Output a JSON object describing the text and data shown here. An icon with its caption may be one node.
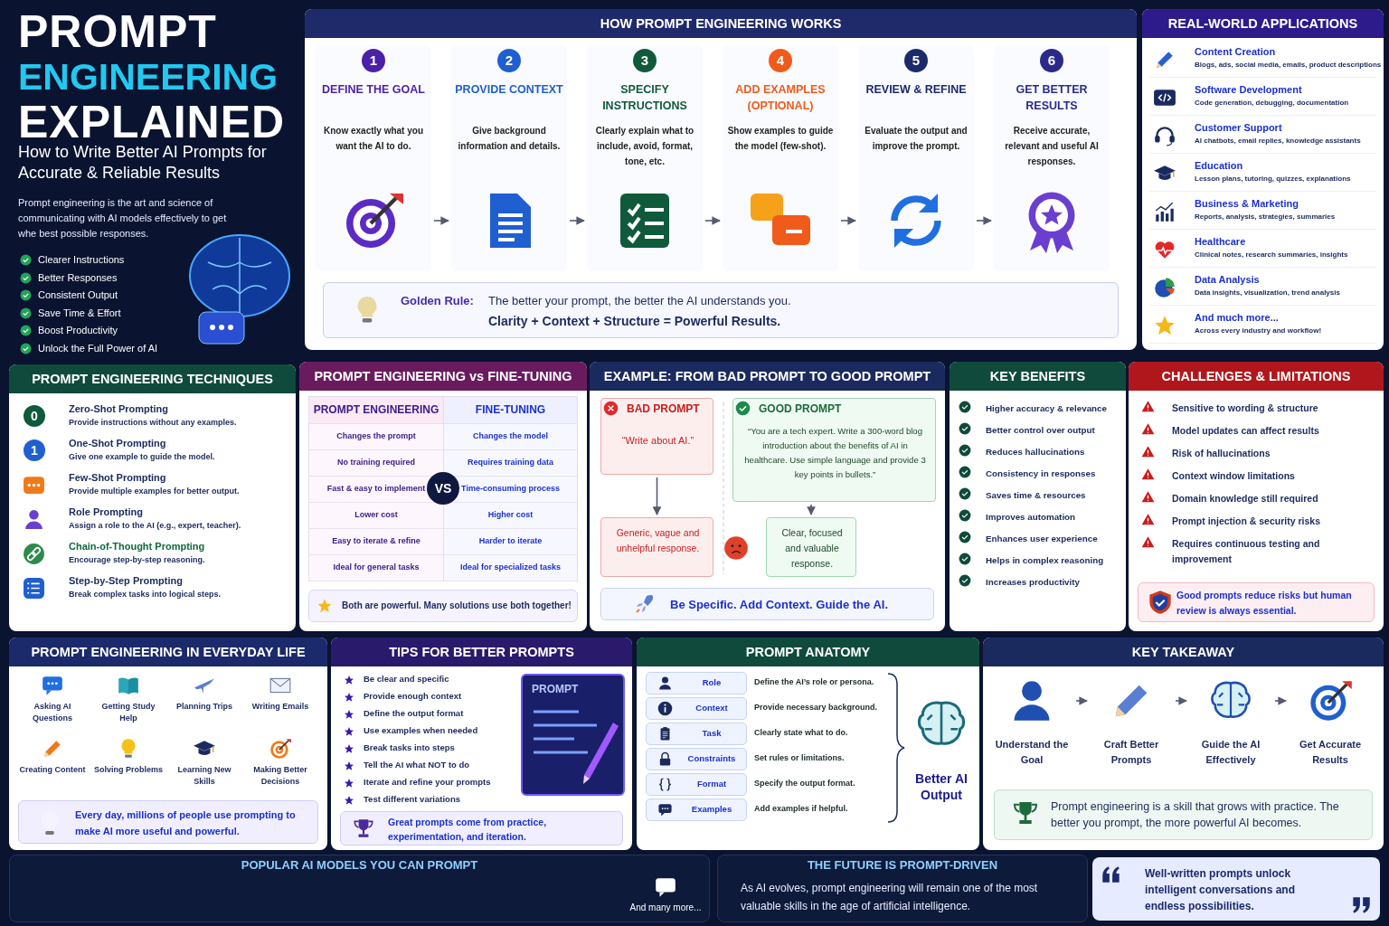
{
  "diagram": {
    "title": "PROMPT ENGINEERING EXPLAINED",
    "nodes": [
      {
        "text": [
          "HOW PROMPT ENGINEERING WORKS"
        ]
      },
      {
        "text": [
          "1",
          "DEFINE THE GOAL",
          "Know exactly what you want the AI to do."
        ],
        "in": 0
      },
      {
        "text": [
          "2",
          "PROVIDE CONTEXT",
          "Give background information and details."
        ],
        "in": 0
      },
      {
        "text": [
          "3",
          "SPECIFY INSTRUCTIONS",
          "Clearly explain what to include, avoid, format, tone, etc."
        ],
        "in": 0
      },
      {
        "text": [
          "4",
          "ADD EXAMPLES (OPTIONAL)",
          "Show examples to guide the model (few-shot)."
        ],
        "in": 0
      },
      {
        "text": [
          "5",
          "REVIEW & REFINE",
          "Evaluate the output and improve the prompt."
        ],
        "in": 0
      },
      {
        "text": [
          "6",
          "GET BETTER RESULTS",
          "Receive accurate, relevant and useful AI responses."
        ],
        "in": 0
      },
      {
        "text": [
          "Golden Rule:",
          "The better your prompt, the better the AI understands you.",
          "Clarity + Context + Structure = Powerful Results."
        ],
        "in": 0
      },
      {
        "text": [
          "REAL-WORLD APPLICATIONS"
        ]
      },
      {
        "text": [
          "Content Creation",
          "Blogs, ads, social media, emails, product descriptions"
        ],
        "in": 8
      },
      {
        "text": [
          "Software Development",
          "Code generation, debugging, documentation"
        ],
        "in": 8
      },
      {
        "text": [
          "Customer Support",
          "AI chatbots, email replies, knowledge assistants"
        ],
        "in": 8
      },
      {
        "text": [
          "Education",
          "Lesson plans, tutoring, quizzes, explanations"
        ],
        "in": 8
      },
      {
        "text": [
          "Business & Marketing",
          "Reports, analysis, strategies, summaries"
        ],
        "in": 8
      },
      {
        "text": [
          "Healthcare",
          "Clinical notes, research summaries, insights"
        ],
        "in": 8
      },
      {
        "text": [
          "Data Analysis",
          "Data insights, visualization, trend analysis"
        ],
        "in": 8
      },
      {
        "text": [
          "And much more...",
          "Across every industry and workflow!"
        ],
        "in": 8
      },
      {
        "text": [
          "PROMPT ENGINEERING TECHNIQUES"
        ]
      },
      {
        "text": [
          "0",
          "Zero-Shot Prompting",
          "Provide instructions without any examples."
        ],
        "in": 17
      },
      {
        "text": [
          "1",
          "One-Shot Prompting",
          "Give one example to guide the model."
        ],
        "in": 17
      },
      {
        "text": [
          "Few-Shot Prompting",
          "Provide multiple examples for better output."
        ],
        "in": 17
      },
      {
        "text": [
          "Role Prompting",
          "Assign a role to the AI (e.g., expert, teacher)."
        ],
        "in": 17
      },
      {
        "text": [
          "Chain-of-Thought Prompting",
          "Encourage step-by-step reasoning."
        ],
        "in": 17
      },
      {
        "text": [
          "Step-by-Step Prompting",
          "Break complex tasks into logical steps."
        ],
        "in": 17
      },
      {
        "text": [
          "PROMPT ENGINEERING vs FINE-TUNING"
        ]
      },
      {
        "text": [
          "PROMPT ENGINEERING",
          "Changes the prompt",
          "No training required",
          "Fast & easy to implement",
          "Lower cost",
          "Easy to iterate & refine",
          "Ideal for general tasks"
        ],
        "in": 24
      },
      {
        "text": [
          "VS"
        ],
        "in": 24
      },
      {
        "text": [
          "FINE-TUNING",
          "Changes the model",
          "Requires training data",
          "Time-consuming process",
          "Higher cost",
          "Harder to iterate",
          "Ideal for specialized tasks"
        ],
        "in": 24
      },
      {
        "text": [
          "Both are powerful. Many solutions use both together!"
        ],
        "in": 24
      },
      {
        "text": [
          "EXAMPLE: FROM BAD PROMPT TO GOOD PROMPT"
        ]
      },
      {
        "text": [
          "BAD PROMPT",
          "“Write about AI.”"
        ],
        "in": 29
      },
      {
        "text": [
          "GOOD PROMPT",
          "“You are a tech expert. Write a 300-word blog introduction about the benefits of AI in healthcare. Use simple language and provide 3 key points in bullets.”"
        ],
        "in": 29
      },
      {
        "text": [
          "Generic, vague and unhelpful response."
        ],
        "in": 29
      },
      {
        "text": [
          "Clear, focused and valuable response."
        ],
        "in": 29
      },
      {
        "text": [
          "Be Specific. Add Context. Guide the AI."
        ],
        "in": 29
      },
      {
        "text": [
          "KEY BENEFITS"
        ]
      },
      {
        "text": [
          "Higher accuracy & relevance"
        ],
        "in": 35
      },
      {
        "text": [
          "Better control over output"
        ],
        "in": 35
      },
      {
        "text": [
          "Reduces hallucinations"
        ],
        "in": 35
      },
      {
        "text": [
          "Consistency in responses"
        ],
        "in": 35
      },
      {
        "text": [
          "Saves time & resources"
        ],
        "in": 35
      },
      {
        "text": [
          "Improves automation"
        ],
        "in": 35
      },
      {
        "text": [
          "Enhances user experience"
        ],
        "in": 35
      },
      {
        "text": [
          "Helps in complex reasoning"
        ],
        "in": 35
      },
      {
        "text": [
          "Increases productivity"
        ],
        "in": 35
      },
      {
        "text": [
          "CHALLENGES & LIMITATIONS"
        ]
      },
      {
        "text": [
          "Sensitive to wording & structure"
        ],
        "in": 45
      },
      {
        "text": [
          "Model updates can affect results"
        ],
        "in": 45
      },
      {
        "text": [
          "Risk of hallucinations"
        ],
        "in": 45
      },
      {
        "text": [
          "Context window limitations"
        ],
        "in": 45
      },
      {
        "text": [
          "Domain knowledge still required"
        ],
        "in": 45
      },
      {
        "text": [
          "Prompt injection & security risks"
        ],
        "in": 45
      },
      {
        "text": [
          "Requires continuous testing and improvement"
        ],
        "in": 45
      },
      {
        "text": [
          "Good prompts reduce risks but human review is always essential."
        ],
        "in": 45
      },
      {
        "text": [
          "PROMPT ENGINEERING IN EVERYDAY LIFE"
        ]
      },
      {
        "text": [
          "Asking AI Questions"
        ],
        "in": 54
      },
      {
        "text": [
          "Getting Study Help"
        ],
        "in": 54
      },
      {
        "text": [
          "Planning Trips"
        ],
        "in": 54
      },
      {
        "text": [
          "Writing Emails"
        ],
        "in": 54
      },
      {
        "text": [
          "Creating Content"
        ],
        "in": 54
      },
      {
        "text": [
          "Solving Problems"
        ],
        "in": 54
      },
      {
        "text": [
          "Learning New Skills"
        ],
        "in": 54
      },
      {
        "text": [
          "Making Better Decisions"
        ],
        "in": 54
      },
      {
        "text": [
          "Every day, millions of people use prompting to make AI more useful and powerful."
        ],
        "in": 54
      },
      {
        "text": [
          "TIPS FOR BETTER PROMPTS"
        ]
      },
      {
        "text": [
          "Be clear and specific"
        ],
        "in": 64
      },
      {
        "text": [
          "Provide enough context"
        ],
        "in": 64
      },
      {
        "text": [
          "Define the output format"
        ],
        "in": 64
      },
      {
        "text": [
          "Use examples when needed"
        ],
        "in": 64
      },
      {
        "text": [
          "Break tasks into steps"
        ],
        "in": 64
      },
      {
        "text": [
          "Tell the AI what NOT to do"
        ],
        "in": 64
      },
      {
        "text": [
          "Iterate and refine your prompts"
        ],
        "in": 64
      },
      {
        "text": [
          "Test different variations"
        ],
        "in": 64
      },
      {
        "text": [
          "PROMPT"
        ],
        "in": 64
      },
      {
        "text": [
          "Great prompts come from practice, experimentation, and iteration."
        ],
        "in": 64
      },
      {
        "text": [
          "PROMPT ANATOMY"
        ]
      },
      {
        "text": [
          "Role"
        ],
        "beside": [
          "Define the AI’s role or persona."
        ],
        "in": 75
      },
      {
        "text": [
          "Context"
        ],
        "beside": [
          "Provide necessary background."
        ],
        "in": 75
      },
      {
        "text": [
          "Task"
        ],
        "beside": [
          "Clearly state what to do."
        ],
        "in": 75
      },
      {
        "text": [
          "Constraints"
        ],
        "beside": [
          "Set rules or limitations."
        ],
        "in": 75
      },
      {
        "text": [
          "Format"
        ],
        "beside": [
          "Specify the output format."
        ],
        "in": 75
      },
      {
        "text": [
          "Examples"
        ],
        "beside": [
          "Add examples if helpful."
        ],
        "in": 75
      },
      {
        "text": [
          "Better AI Output"
        ],
        "in": 75
      },
      {
        "text": [
          "KEY TAKEAWAY"
        ]
      },
      {
        "text": [
          "Understand the Goal"
        ],
        "in": 83
      },
      {
        "text": [
          "Craft Better Prompts"
        ],
        "in": 83
      },
      {
        "text": [
          "Guide the AI Effectively"
        ],
        "in": 83
      },
      {
        "text": [
          "Get Accurate Results"
        ],
        "in": 83
      },
      {
        "text": [
          "Prompt engineering is a skill that grows with practice. The better you prompt, the more powerful AI becomes."
        ],
        "in": 83
      },
      {
        "text": [
          "POPULAR AI MODELS YOU CAN PROMPT"
        ]
      },
      {
        "text": [
          "And many more..."
        ],
        "in": 89
      },
      {
        "text": [
          "THE FUTURE IS PROMPT-DRIVEN",
          "As AI evolves, prompt engineering will remain one of the most valuable skills in the age of artificial intelligence."
        ]
      },
      {
        "text": [
          "Well-written prompts unlock intelligent conversations and endless possibilities."
        ]
      }
    ],
    "edges": [
      {
        "from": 1,
        "to": 2,
        "arrow": "to"
      },
      {
        "from": 2,
        "to": 3,
        "arrow": "to"
      },
      {
        "from": 3,
        "to": 4,
        "arrow": "to"
      },
      {
        "from": 4,
        "to": 5,
        "arrow": "to"
      },
      {
        "from": 5,
        "to": 6,
        "arrow": "to"
      },
      {
        "from": 30,
        "to": 32,
        "arrow": "to"
      },
      {
        "from": 31,
        "to": 33,
        "arrow": "to"
      },
      {
        "from": 84,
        "to": 85,
        "arrow": "to"
      },
      {
        "from": 85,
        "to": 86,
        "arrow": "to"
      },
      {
        "from": 86,
        "to": 87,
        "arrow": "to"
      }
    ],
    "labels": [
      "How to Write Better AI Prompts for Accurate & Reliable Results",
      "Prompt engineering is the art and science of communicating with AI models effectively to get whe best possible responses.",
      "Clearer Instructions",
      "Better Responses",
      "Consistent Output",
      "Save Time & Effort",
      "Boost Productivity",
      "Unlock the Full Power of AI"
    ]
  }
}
